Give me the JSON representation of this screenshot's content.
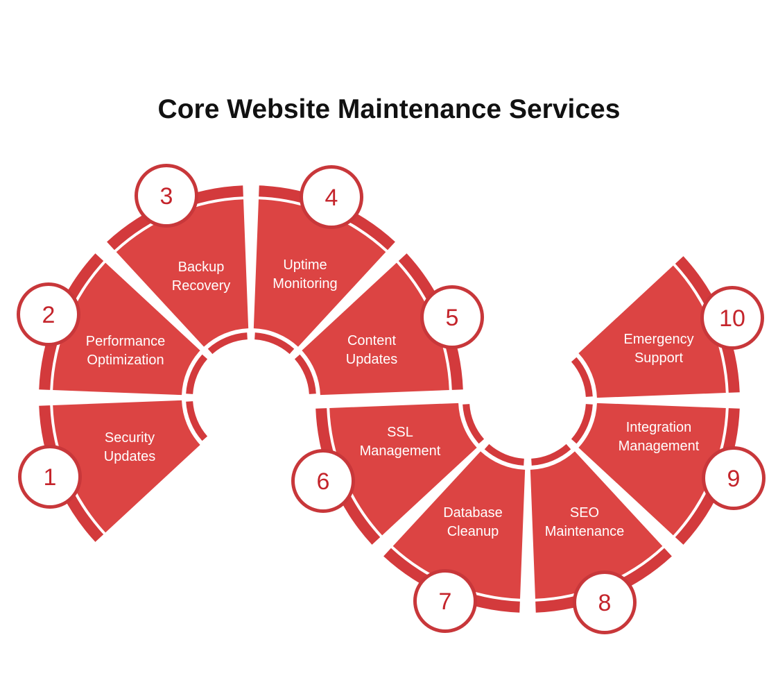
{
  "title": "Core Website Maintenance Services",
  "colors": {
    "segment": "#dc4443",
    "rim": "#d33a3c",
    "badge_ring": "#c8373a",
    "badge_text": "#c4242b",
    "badge_fill": "#ffffff",
    "label_text": "#ffffff"
  },
  "items": [
    {
      "number": "1",
      "label_lines": [
        "Security",
        "Updates"
      ]
    },
    {
      "number": "2",
      "label_lines": [
        "Performance",
        "Optimization"
      ]
    },
    {
      "number": "3",
      "label_lines": [
        "Backup",
        "Recovery"
      ]
    },
    {
      "number": "4",
      "label_lines": [
        "Uptime",
        "Monitoring"
      ]
    },
    {
      "number": "5",
      "label_lines": [
        "Content",
        "Updates"
      ]
    },
    {
      "number": "6",
      "label_lines": [
        "SSL",
        "Management"
      ]
    },
    {
      "number": "7",
      "label_lines": [
        "Database",
        "Cleanup"
      ]
    },
    {
      "number": "8",
      "label_lines": [
        "SEO",
        "Maintenance"
      ]
    },
    {
      "number": "9",
      "label_lines": [
        "Integration",
        "Management"
      ]
    },
    {
      "number": "10",
      "label_lines": [
        "Emergency",
        "Support"
      ]
    }
  ]
}
